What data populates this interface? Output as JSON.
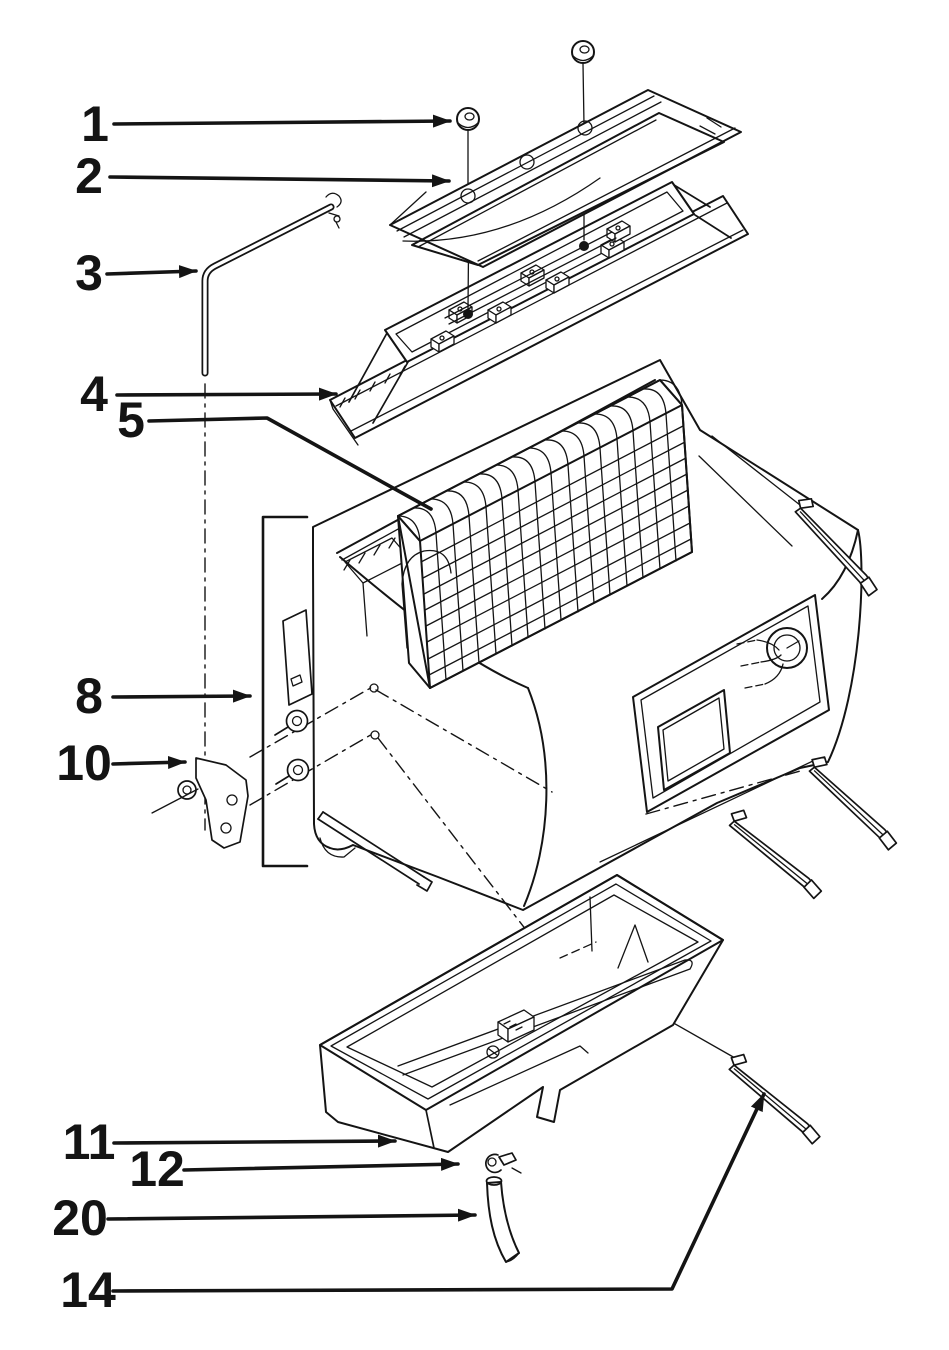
{
  "figure": {
    "type": "exploded-parts-diagram",
    "background": "#ffffff",
    "ink": "#141414",
    "callouts": [
      {
        "label": "1"
      },
      {
        "label": "2"
      },
      {
        "label": "3"
      },
      {
        "label": "4"
      },
      {
        "label": "5"
      },
      {
        "label": "8"
      },
      {
        "label": "10"
      },
      {
        "label": "11"
      },
      {
        "label": "12"
      },
      {
        "label": "20"
      },
      {
        "label": "14"
      }
    ]
  }
}
